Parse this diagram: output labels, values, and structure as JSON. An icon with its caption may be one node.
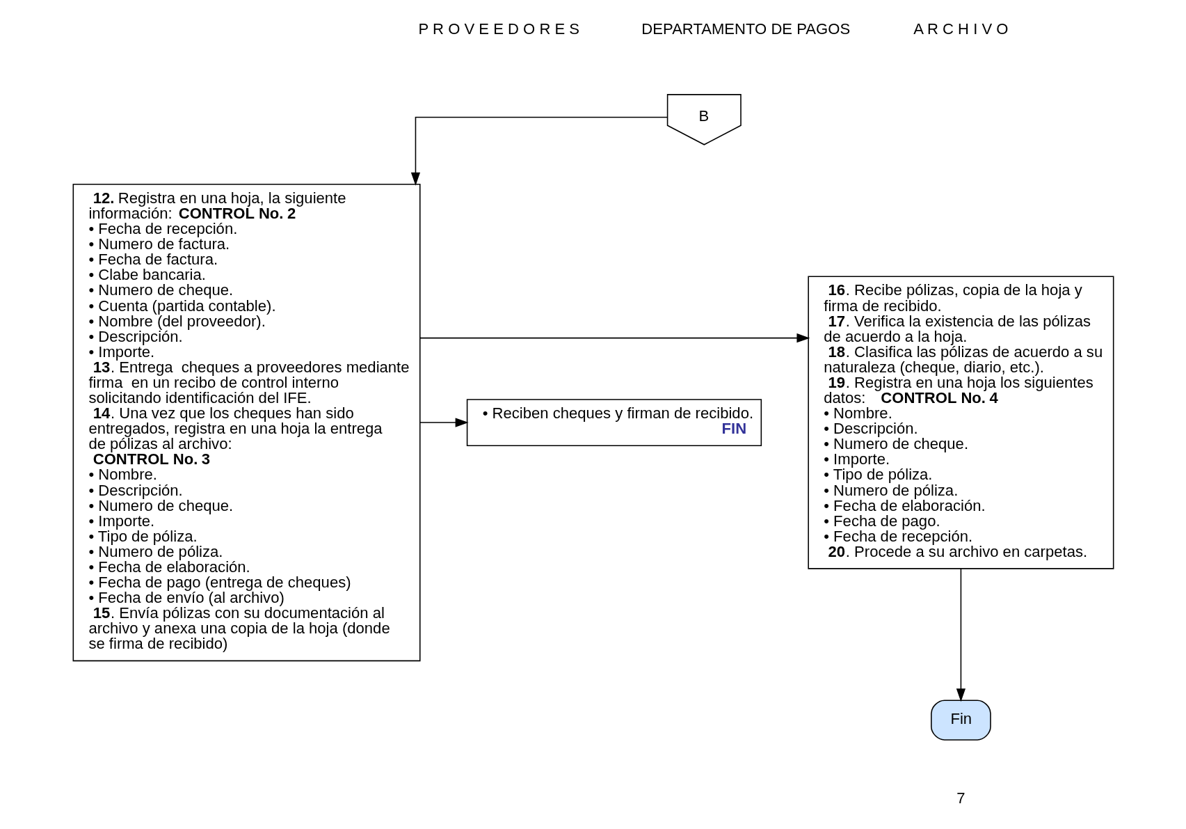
{
  "diagram": {
    "nodes": [
      {
        "text": [
          "• Reciben cheques y firman de recibido.",
          "FIN"
        ]
      },
      {
        "text": [
          "B"
        ]
      },
      {
        "text": [
          "**12.** Registra en una hoja, la siguiente información: **CONTROL No. 2**",
          "• Fecha de recepción.",
          "• Numero de factura.",
          "• Fecha de factura.",
          "• Clabe bancaria.",
          "• Numero de cheque.",
          "• Cuenta (partida contable).",
          "• Nombre (del proveedor).",
          "• Descripción.",
          "• Importe.",
          "**13**. Entrega  cheques a proveedores mediante firma  en un recibo de control interno solicitando identificación del IFE.",
          "**14**. Una vez que los cheques han sido entregados, registra en una hoja la entrega de pólizas al archivo:",
          "**CONTROL No. 3**",
          "• Nombre.",
          "• Descripción.",
          "• Numero de cheque.",
          "• Importe.",
          "• Tipo de póliza.",
          "• Numero de póliza.",
          "• Fecha de elaboración.",
          "• Fecha de pago (entrega de cheques)",
          "• Fecha de envío (al archivo)",
          "**15**. Envía pólizas con su documentación al archivo y anexa una copia de la hoja (donde se firma de recibido)"
        ]
      },
      {
        "text": [
          "**16**. Recibe pólizas, copia de la hoja y firma de recibido.",
          "**17**. Verifica la existencia de las pólizas de acuerdo a la hoja.",
          "**18**. Clasifica las pólizas de acuerdo a su naturaleza (cheque, diario, etc.).",
          "**19**. Registra en una hoja los siguientes datos:   **CONTROL No. 4**",
          "• Nombre.",
          "• Descripción.",
          "• Numero de cheque.",
          "• Importe.",
          "• Tipo de póliza.",
          "• Numero de póliza.",
          "• Fecha de elaboración.",
          "• Fecha de pago.",
          "• Fecha de recepción.",
          "**20**. Procede a su archivo en carpetas."
        ]
      },
      {
        "text": [
          "Fin"
        ]
      }
    ],
    "edges": [
      {
        "from": 1,
        "to": 2,
        "arrow": "to"
      },
      {
        "from": 2,
        "to": 0,
        "arrow": "to"
      },
      {
        "from": 2,
        "to": 3,
        "arrow": "to"
      },
      {
        "from": 3,
        "to": 4,
        "arrow": "to"
      }
    ],
    "labels": [
      "P R O V E E D O R E S",
      "DEPARTAMENTO DE PAGOS",
      "A R C H I V O",
      "7"
    ]
  }
}
